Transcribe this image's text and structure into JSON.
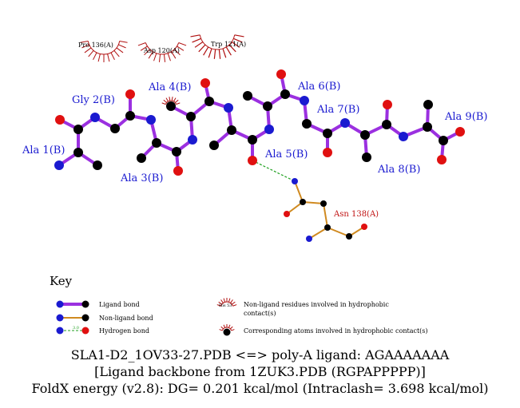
{
  "colors": {
    "ligand_bond": "#9b30e0",
    "nonligand_bond": "#d08a20",
    "hbond": "#20a020",
    "carbon": "#000000",
    "nitrogen": "#1a1ad0",
    "oxygen": "#e01010",
    "residue_label": "#1a1ad0",
    "hydrophobic": "#b01010"
  },
  "ligand_residues": [
    "Ala 1(B)",
    "Gly 2(B)",
    "Ala 3(B)",
    "Ala 4(B)",
    "Ala 5(B)",
    "Ala 6(B)",
    "Ala 7(B)",
    "Ala 8(B)",
    "Ala 9(B)"
  ],
  "contact_residue": "Asn 138(A)",
  "hydrophobic_residues": [
    "Pro 136(A)",
    "Asp 120(A)",
    "Trp 121(A)"
  ],
  "key": {
    "title": "Key",
    "ligand_bond": "Ligand bond",
    "nonligand_bond": "Non-ligand bond",
    "hydrogen_bond": "Hydrogen bond",
    "hbond_distance": "3.0",
    "example_residue": "His 53",
    "hydrophobic_residues_line1": "Non-ligand residues involved in hydrophobic",
    "hydrophobic_residues_line2": "contact(s)",
    "hydrophobic_atoms": "Corresponding atoms involved in hydrophobic contact(s)"
  },
  "caption": {
    "line1": "SLA1-D2_1OV33-27.PDB <=> poly-A ligand: AGAAAAAAA",
    "line2": "[Ligand backbone from 1ZUK3.PDB (RGPAPPPPP)]",
    "line3": "FoldX energy (v2.8): DG= 0.201 kcal/mol (Intraclash= 3.698 kcal/mol)"
  }
}
